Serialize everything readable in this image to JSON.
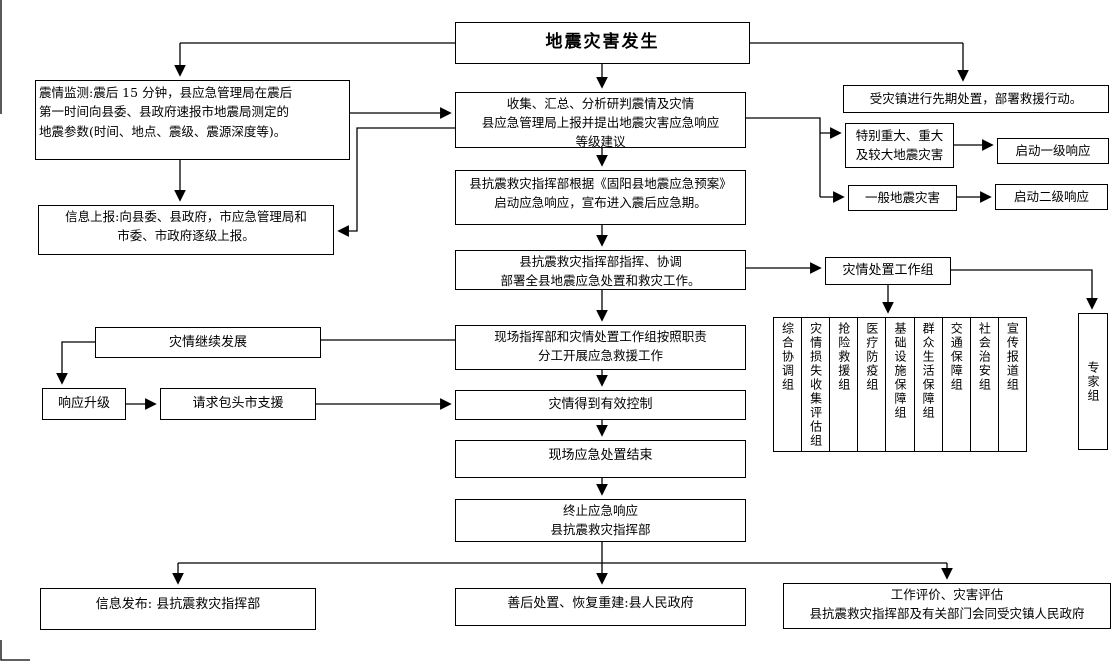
{
  "page": {
    "background": "#ffffff",
    "line_color": "#000000",
    "box_border_color": "#000000"
  },
  "title": {
    "text": "地震灾害发生"
  },
  "flow": {
    "monitor": "震情监测:震后 15 分钟，县应急管理局在震后\n第一时间向县委、县政府速报市地震局测定的\n地震参数(时间、地点、震级、震源深度等)。",
    "report_up": "信息上报:向县委、县政府，市应急管理局和\n市委、市政府逐级上报。",
    "collect": "收集、汇总、分析研判震情及灾情\n县应急管理局上报并提出地震灾害应急响应\n等级建议",
    "launch_response": "县抗震救灾指挥部根据《固阳县地震应急预案》\n启动应急响应，宣布进入震后应急期。",
    "pre_dispose": "受灾镇进行先期处置，部署救援行动。",
    "major_disaster": "特别重大、重大\n及较大地震灾害",
    "level1": "启动一级响应",
    "general_disaster": "一般地震灾害",
    "level2": "启动二级响应",
    "command": "县抗震救灾指挥部指挥、协调\n部署全县地震应急处置和救灾工作。",
    "work_group_header": "灾情处置工作组",
    "field_work": "现场指挥部和灾情处置工作组按照职责\n分工开展应急救援工作",
    "continue_develop": "灾情继续发展",
    "upgrade": "响应升级",
    "request_support": "请求包头市支援",
    "controlled": "灾情得到有效控制",
    "field_end": "现场应急处置结束",
    "terminate": "终止应急响应\n县抗震救灾指挥部",
    "info_release": "信息发布: 县抗震救灾指挥部",
    "aftermath": "善后处置、恢复重建:县人民政府",
    "evaluation": "工作评价、灾害评估\n县抗震救灾指挥部及有关部门会同受灾镇人民政府",
    "expert": "专家组"
  },
  "work_groups": [
    "综合协调组",
    "灾情损失收集评估组",
    "抢险救援组",
    "医疗防疫组",
    "基础设施保障组",
    "群众生活保障组",
    "交通保障组",
    "社会治安组",
    "宣传报道组"
  ]
}
